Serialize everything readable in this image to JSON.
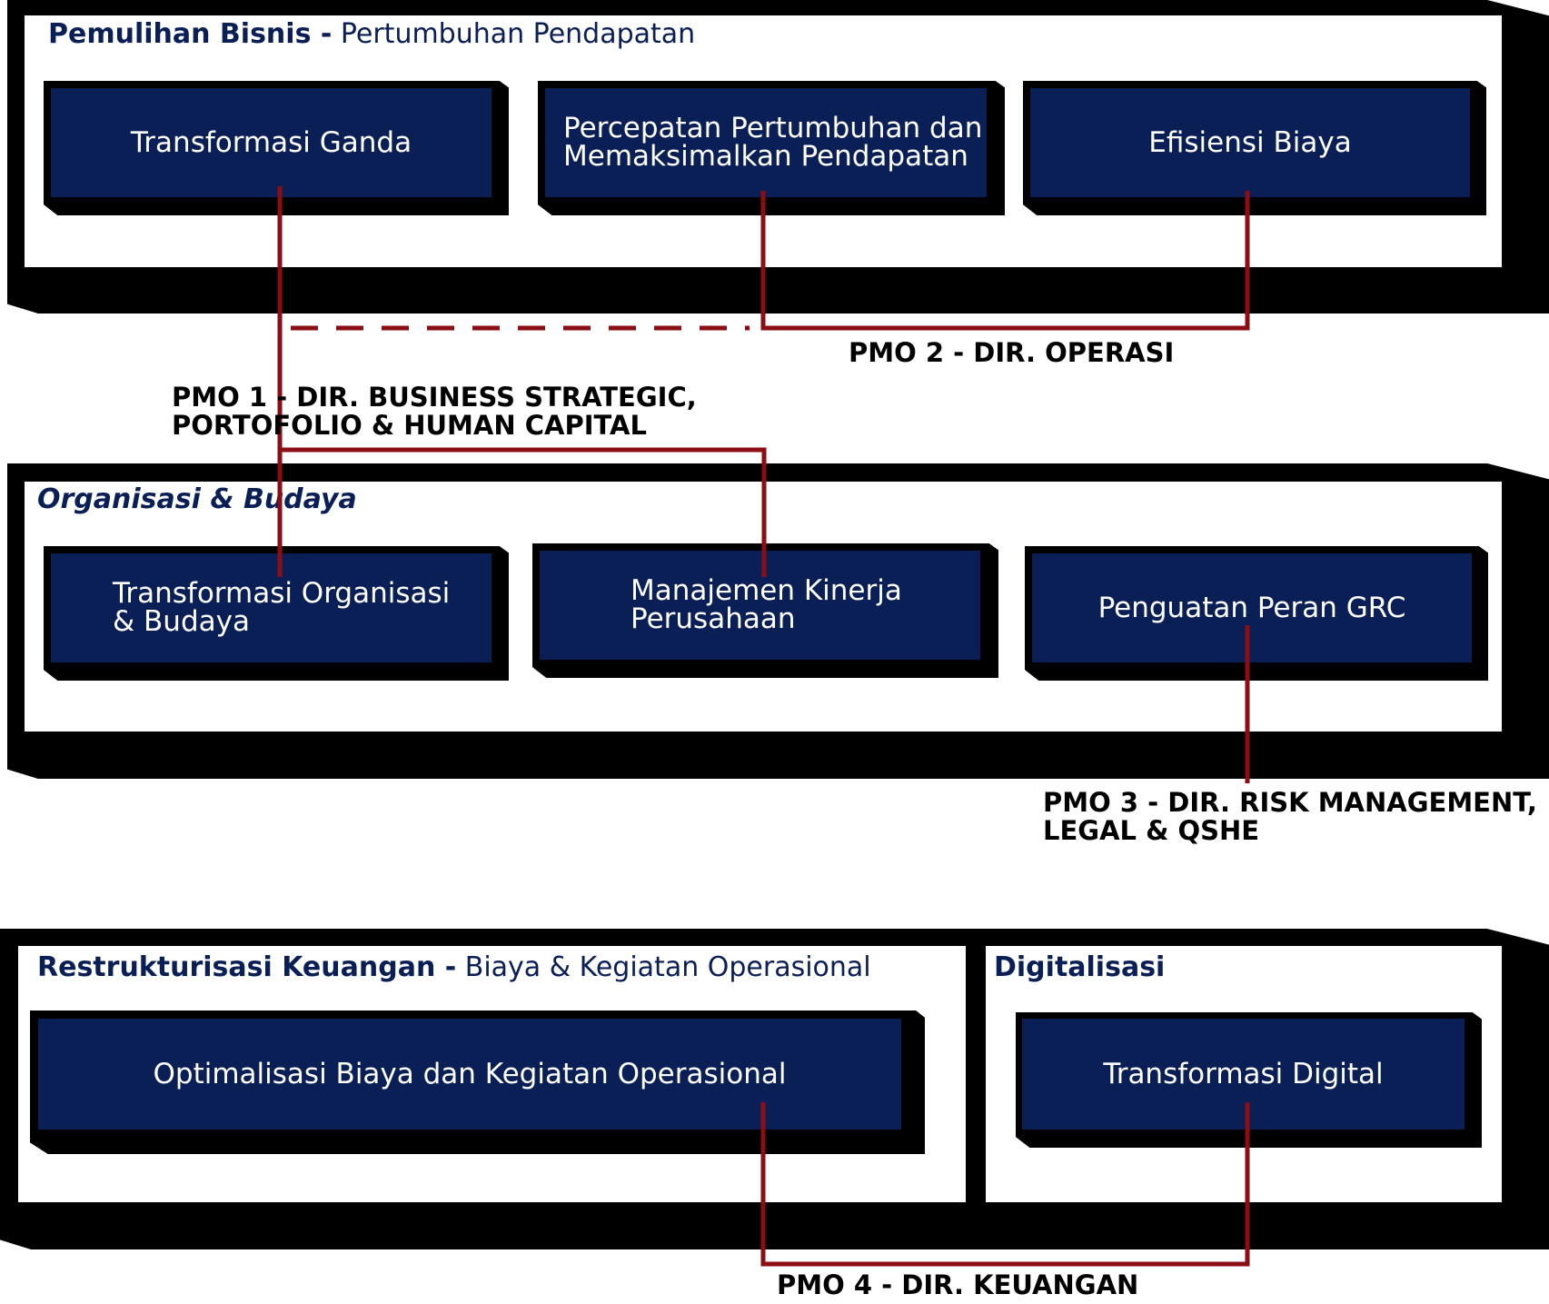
{
  "accent_color": "#8b0e14",
  "box_color": "#0b1f57",
  "section_1": {
    "title_bold": "Pemulihan Bisnis -",
    "title_regular": " Pertumbuhan Pendapatan",
    "boxes": [
      {
        "line1": "Transformasi Ganda",
        "line2": ""
      },
      {
        "line1": "Percepatan Pertumbuhan dan",
        "line2": "Memaksimalkan Pendapatan"
      },
      {
        "line1": "Efisiensi Biaya",
        "line2": ""
      }
    ]
  },
  "section_2": {
    "title": "Organisasi & Budaya",
    "boxes": [
      {
        "line1": "Transformasi Organisasi",
        "line2": "& Budaya"
      },
      {
        "line1": "Manajemen Kinerja",
        "line2": "Perusahaan"
      },
      {
        "line1": "Penguatan Peran GRC",
        "line2": ""
      }
    ]
  },
  "section_3": {
    "title_bold": "Restrukturisasi Keuangan -",
    "title_regular": " Biaya & Kegiatan Operasional",
    "boxes": [
      {
        "line1": "Optimalisasi Biaya dan Kegiatan Operasional",
        "line2": ""
      }
    ]
  },
  "section_4": {
    "title": "Digitalisasi",
    "boxes": [
      {
        "line1": "Transformasi Digital",
        "line2": ""
      }
    ]
  },
  "pmo": {
    "pmo1_line1": "PMO 1 -  DIR. BUSINESS STRATEGIC,",
    "pmo1_line2": "PORTOFOLIO & HUMAN CAPITAL",
    "pmo2": "PMO 2 - DIR. OPERASI",
    "pmo3_line1": "PMO 3 - DIR. RISK MANAGEMENT,",
    "pmo3_line2": "LEGAL & QSHE",
    "pmo4": "PMO 4 - DIR. KEUANGAN"
  }
}
